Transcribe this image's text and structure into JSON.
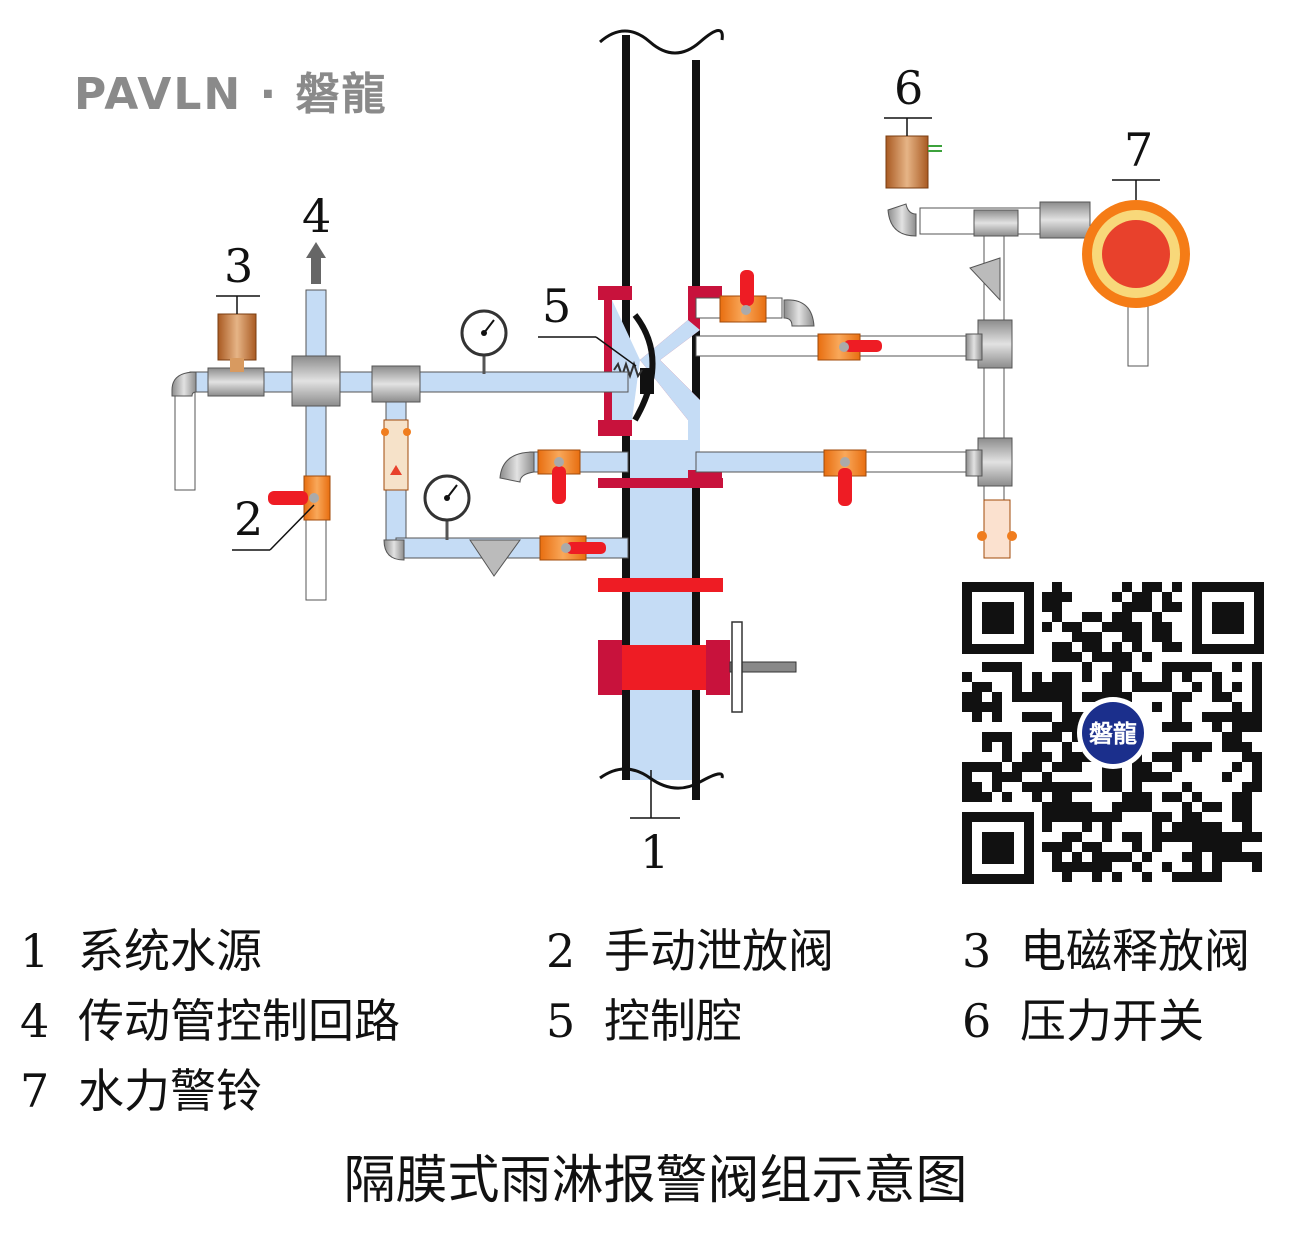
{
  "brand": {
    "text": "PAVLN · 磐龍"
  },
  "callouts": [
    "1",
    "2",
    "3",
    "4",
    "5",
    "6",
    "7"
  ],
  "legend": [
    {
      "num": "1",
      "label": "系统水源"
    },
    {
      "num": "2",
      "label": "手动泄放阀"
    },
    {
      "num": "3",
      "label": "电磁释放阀"
    },
    {
      "num": "4",
      "label": "传动管控制回路"
    },
    {
      "num": "5",
      "label": "控制腔"
    },
    {
      "num": "6",
      "label": "压力开关"
    },
    {
      "num": "7",
      "label": "水力警铃"
    }
  ],
  "title": "隔膜式雨淋报警阀组示意图",
  "qr": {
    "logo_text": "磐龍"
  },
  "colors": {
    "water": "#c5dcf5",
    "pipe_outline": "#444444",
    "valve_body": "#c8123c",
    "handle_red": "#ee1c24",
    "brass_orange": "#f07d1e",
    "bell_orange": "#f57c16",
    "bell_yellow": "#f8d87a",
    "bell_red": "#e8412c",
    "gray_fitting": "#b9b9b9",
    "switch_brown": "#b86a2a"
  }
}
